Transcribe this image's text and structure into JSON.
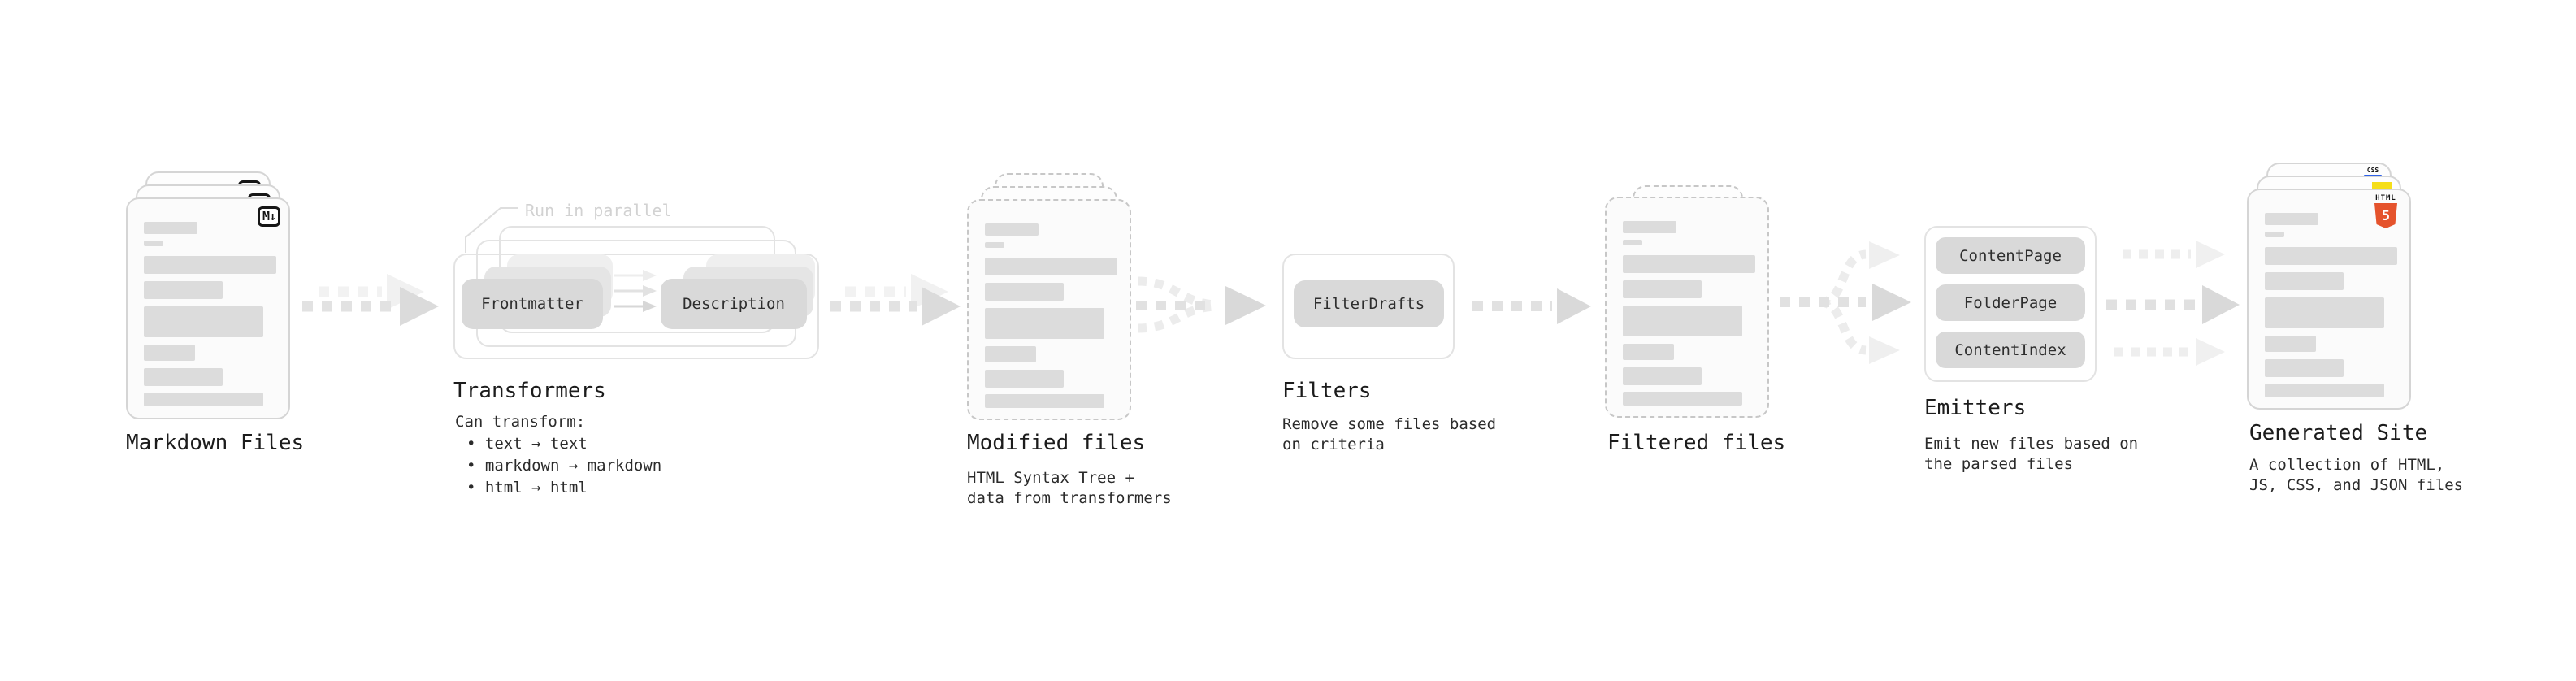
{
  "diagram": {
    "markdown": {
      "label": "Markdown Files",
      "badge": "M↓"
    },
    "transformers": {
      "label": "Transformers",
      "annotation": "Run in parallel",
      "pill_left": "Frontmatter",
      "pill_right": "Description",
      "note_title": "Can transform:",
      "bullets": [
        "• text → text",
        "• markdown → markdown",
        "• html → html"
      ]
    },
    "modified": {
      "label": "Modified files",
      "note_lines": [
        "HTML Syntax Tree +",
        "data from transformers"
      ]
    },
    "filters": {
      "label": "Filters",
      "pill": "FilterDrafts",
      "note_lines": [
        "Remove some files based",
        "on criteria"
      ]
    },
    "filtered": {
      "label": "Filtered files"
    },
    "emitters": {
      "label": "Emitters",
      "pills": [
        "ContentPage",
        "FolderPage",
        "ContentIndex"
      ],
      "note_lines": [
        "Emit new files based on",
        "the parsed files"
      ]
    },
    "generated": {
      "label": "Generated Site",
      "note_lines": [
        "A collection of HTML,",
        "JS, CSS, and JSON files"
      ],
      "css_label": "CSS",
      "html_label": "HTML",
      "html_number": "5"
    }
  },
  "colors": {
    "background": "#ffffff",
    "card_border": "#d5d5d5",
    "dashed_border": "#c7c7c7",
    "content_bar": "#dcdcdc",
    "pill_gray": "#d9d9d9",
    "arrow_gray": "#d9d9d9",
    "arrow_echo": "#f1f1f1",
    "annotation_gray": "#d2d2d2",
    "text_dark": "#1c1c1c",
    "html5_orange": "#e5532c",
    "js_yellow": "#f5de19",
    "css_blue": "#2f62e9"
  }
}
